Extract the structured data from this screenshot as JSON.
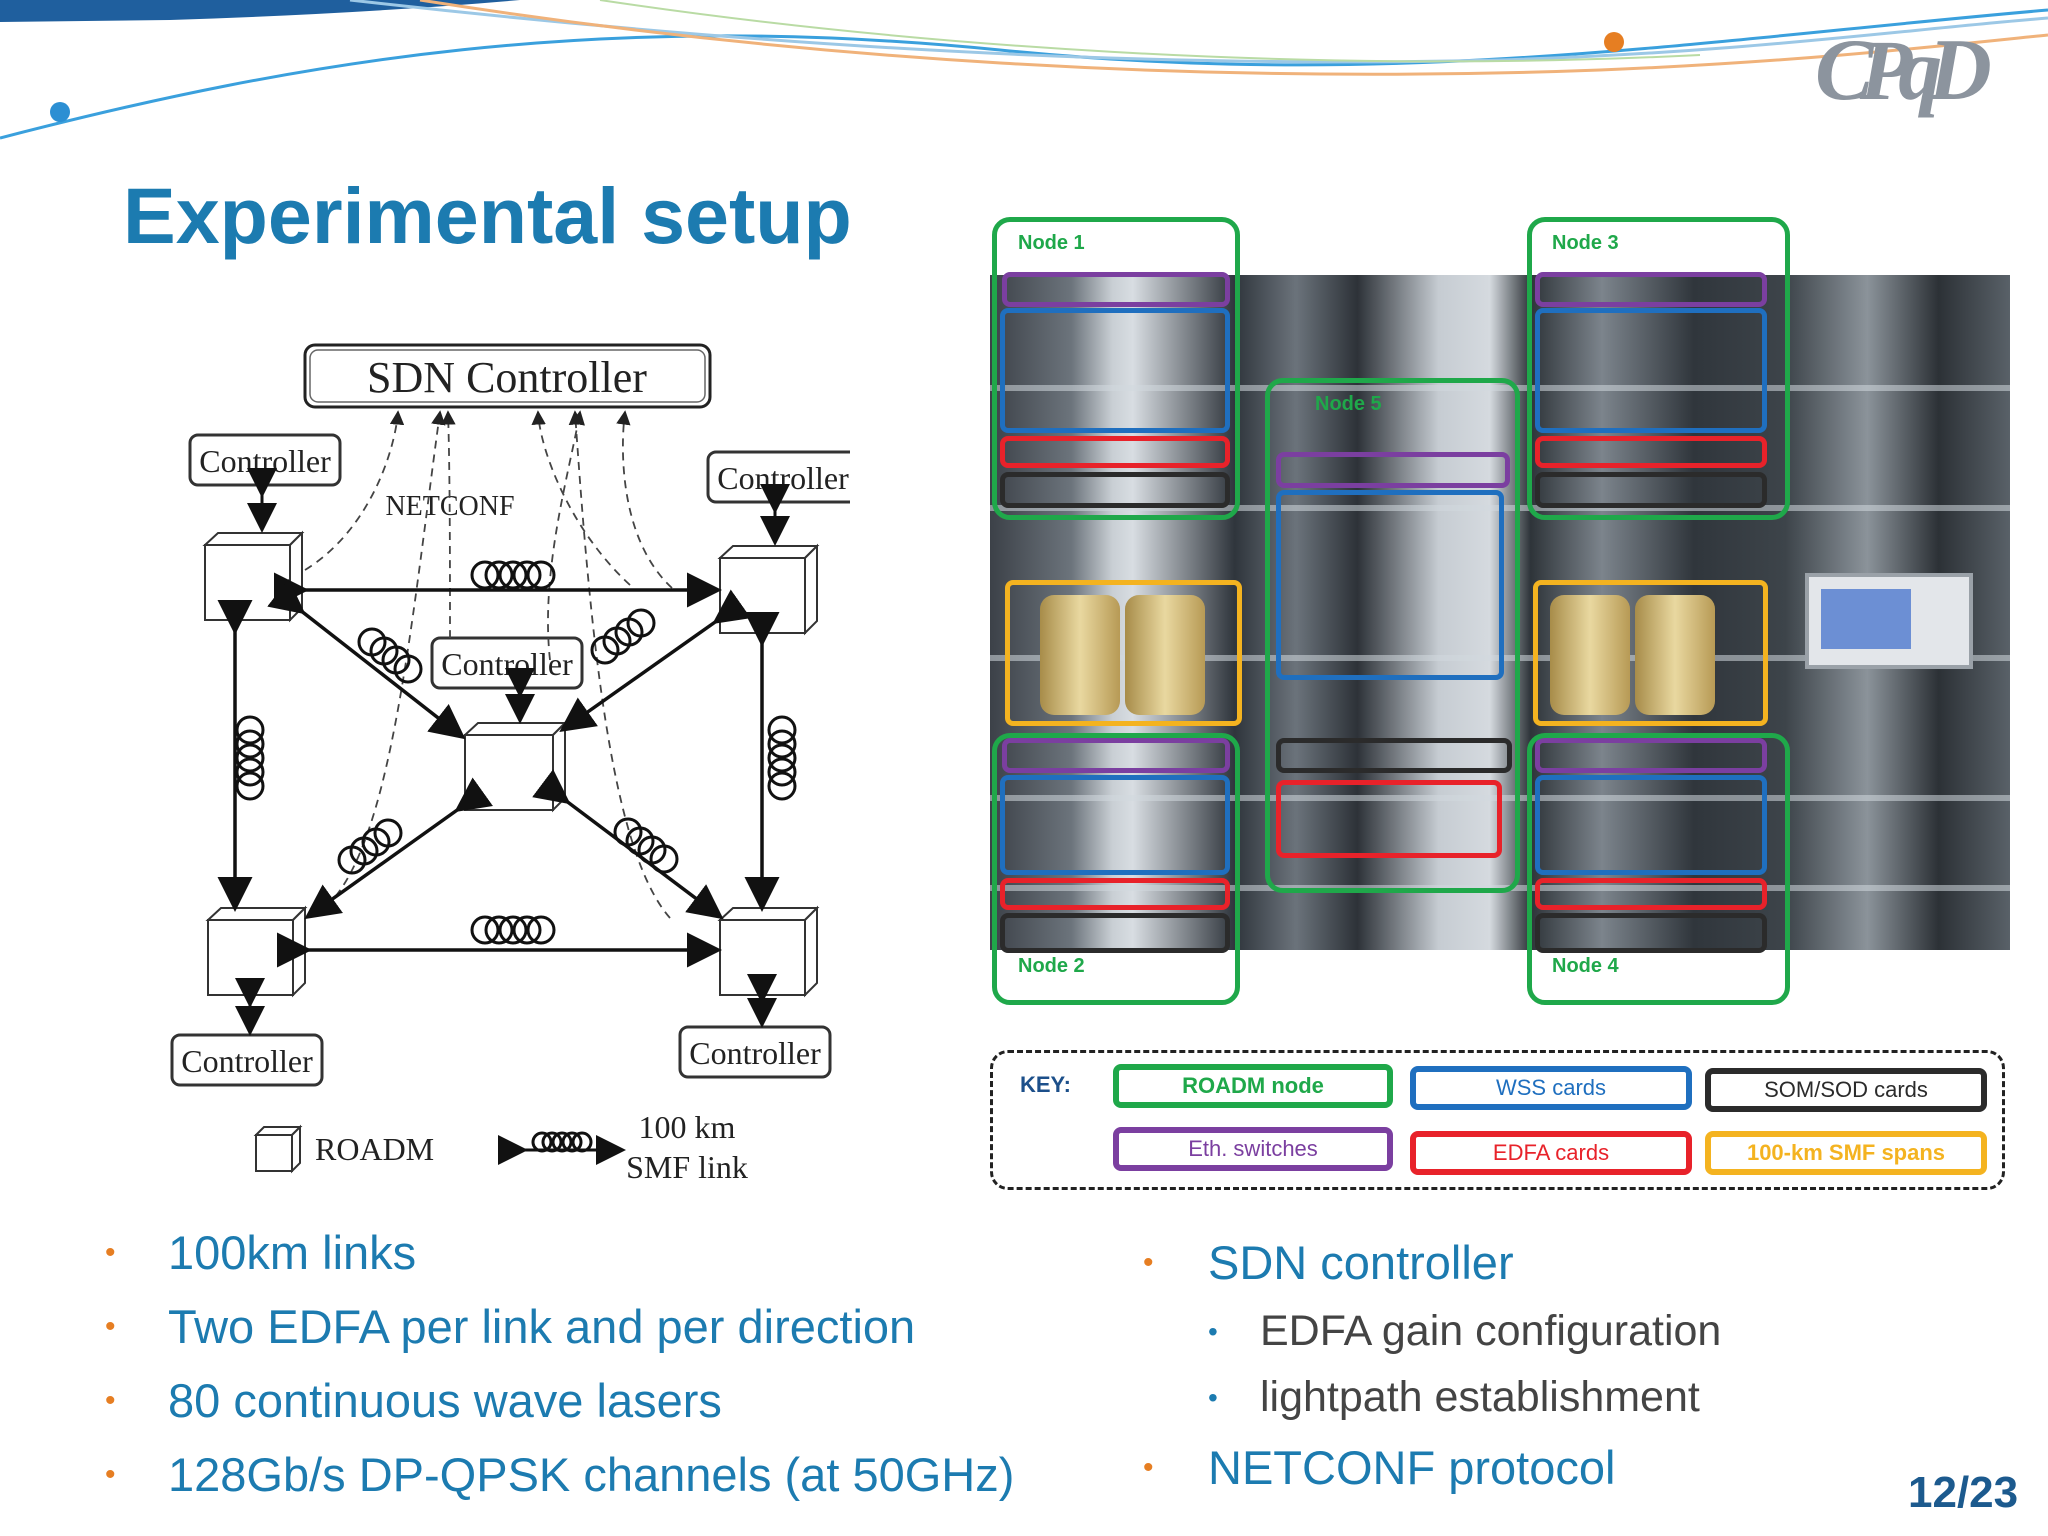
{
  "slide": {
    "title": "Experimental setup",
    "logo_text": "CPqD",
    "page_number": "12/23"
  },
  "diagram": {
    "sdn_controller": "SDN Controller",
    "controller_label": "Controller",
    "netconf_label": "NETCONF",
    "legend_roadm": "ROADM",
    "legend_link_line1": "100 km",
    "legend_link_line2": "SMF link"
  },
  "photo": {
    "node1": "Node 1",
    "node2": "Node 2",
    "node3": "Node 3",
    "node4": "Node 4",
    "node5": "Node 5"
  },
  "key": {
    "title": "KEY:",
    "items": [
      {
        "label": "ROADM node",
        "color": "#1fa84a"
      },
      {
        "label": "WSS cards",
        "color": "#1f6fbf"
      },
      {
        "label": "SOM/SOD cards",
        "color": "#2b2b2b"
      },
      {
        "label": "Eth. switches",
        "color": "#7b3fa0"
      },
      {
        "label": "EDFA cards",
        "color": "#e8222a"
      },
      {
        "label": "100-km SMF spans",
        "color": "#f4b320"
      }
    ]
  },
  "bullets_left": [
    "100km links",
    "Two EDFA per link and per direction",
    "80 continuous wave lasers",
    "128Gb/s DP-QPSK channels (at 50GHz)"
  ],
  "bullets_right": {
    "item1": "SDN controller",
    "sub_items": [
      "EDFA gain configuration",
      "lightpath establishment"
    ],
    "item2": "NETCONF protocol"
  },
  "colors": {
    "title_blue": "#1c7bb0",
    "bullet_orange": "#e67e22",
    "roadm_green": "#1fa84a"
  },
  "icons": {
    "bullet": "•"
  }
}
